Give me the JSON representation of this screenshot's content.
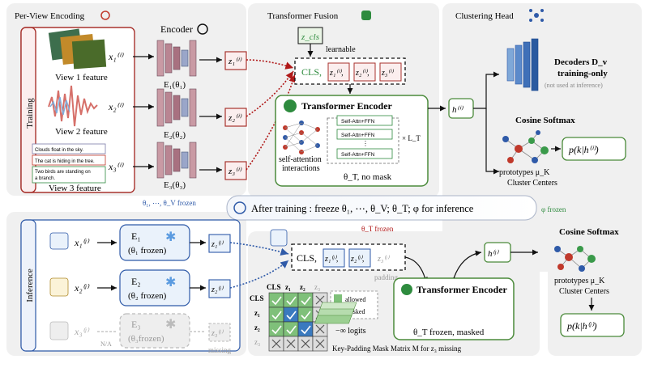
{
  "panels": {
    "per_view": "Per-View Encoding",
    "fusion": "Transformer Fusion",
    "cluster": "Clustering Head",
    "training": "Training",
    "inference": "Inference"
  },
  "encoder": {
    "title": "Encoder",
    "e1": "E₁(θ₁)",
    "e2": "E₂(θ₂)",
    "e3": "E₃(θ₃)"
  },
  "views": {
    "x1": "x₁⁽ⁱ⁾",
    "x2": "x₂⁽ⁱ⁾",
    "x3": "x₃⁽ⁱ⁾",
    "v1": "View 1 feature",
    "v2": "View 2 feature",
    "v3": "View 3 feature",
    "captions": [
      "Clouds float in the sky.",
      "The cat is hiding in the tree.",
      "Two birds are standing on",
      "a branch."
    ]
  },
  "tokens": {
    "z1": "z₁⁽ⁱ⁾",
    "z2": "z₂⁽ⁱ⁾",
    "z3": "z₃⁽ⁱ⁾",
    "zcls": "z_cls",
    "learnable": "learnable",
    "cls": "CLS,",
    "seq_z1": "z₁⁽ⁱ⁾,",
    "seq_z2": "z₂⁽ⁱ⁾,",
    "seq_z3": "z₃⁽ⁱ⁾"
  },
  "transformer": {
    "title": "Transformer Encoder",
    "layer": "Self-Attn+FFN",
    "times": "× L_T",
    "sa": "self-attention",
    "interactions": "interactions",
    "no_mask": "θ_T, no mask",
    "hi": "h⁽ⁱ⁾"
  },
  "cluster": {
    "decoders": "Decoders D_v",
    "training_only": "training-only",
    "not_used": "(not used at inference)",
    "cos": "Cosine Softmax",
    "prototypes": "prototypes  μ_K",
    "centers": "Cluster Centers",
    "p_train": "p(k|h⁽ⁱ⁾)",
    "p_infer": "p(k|h⁽ʲ⁾)",
    "hj": "h⁽ʲ⁾"
  },
  "banner": {
    "frozen_label": "θ₁, ⋯, θ_V  frozen",
    "text": "After training : freeze θ₁, ⋯, θ_V;   θ_T;   φ for inference",
    "phi_frozen": "φ  frozen",
    "thetaT_frozen": "θ_T  frozen"
  },
  "inference": {
    "x1": "x₁⁽ʲ⁾",
    "x2": "x₂⁽ʲ⁾",
    "x3": "x₃⁽ʲ⁾",
    "e1": "E₁",
    "e1b": "(θ₁ frozen)",
    "e2": "E₂",
    "e2b": "(θ₂ frozen)",
    "e3": "E₃",
    "e3b": "(θ₃frozen)",
    "z1": "z₁⁽ʲ⁾",
    "z2": "z₂⁽ʲ⁾",
    "z3": "z₃⁽ʲ⁾",
    "na": "N/A",
    "missing": "missing",
    "cls": "CLS,",
    "sz1": "z₁⁽ʲ⁾,",
    "sz2": "z₂⁽ʲ⁾,",
    "sz3": "z₃⁽ʲ⁾",
    "padding": "padding",
    "trans": "Transformer Encoder",
    "frozen_masked": "θ_T  frozen, masked"
  },
  "mask": {
    "cols": [
      "CLS",
      "z₁",
      "z₂",
      "z₃"
    ],
    "rows": [
      "CLS",
      "z₁",
      "z₂",
      "z₃"
    ],
    "allowed": "allowed",
    "masked": "masked",
    "logits": "−∞  logits",
    "caption": "Key-Padding Mask Matrix M for z₃ missing"
  }
}
